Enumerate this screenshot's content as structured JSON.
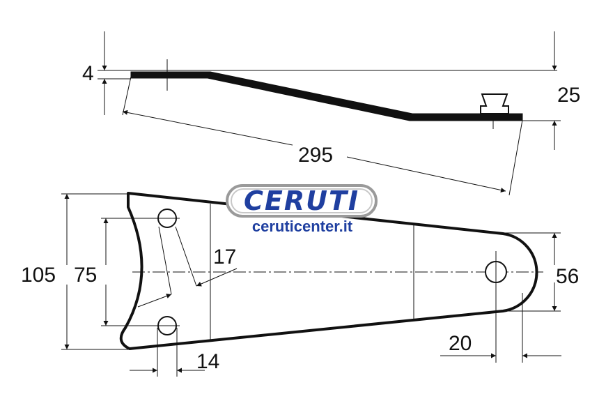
{
  "drawing": {
    "dimensions": {
      "thickness": "4",
      "height_offset": "25",
      "overall_length": "295",
      "total_width": "105",
      "hole_spacing": "75",
      "inner_angle_dim": "17",
      "end_width": "56",
      "hole_dia": "14",
      "end_offset": "20"
    }
  },
  "watermark": {
    "brand": "CERUTI",
    "website": "ceruticenter.it",
    "colors": {
      "brand": "#1f3fa0",
      "ring": "#9a9a9a"
    }
  }
}
